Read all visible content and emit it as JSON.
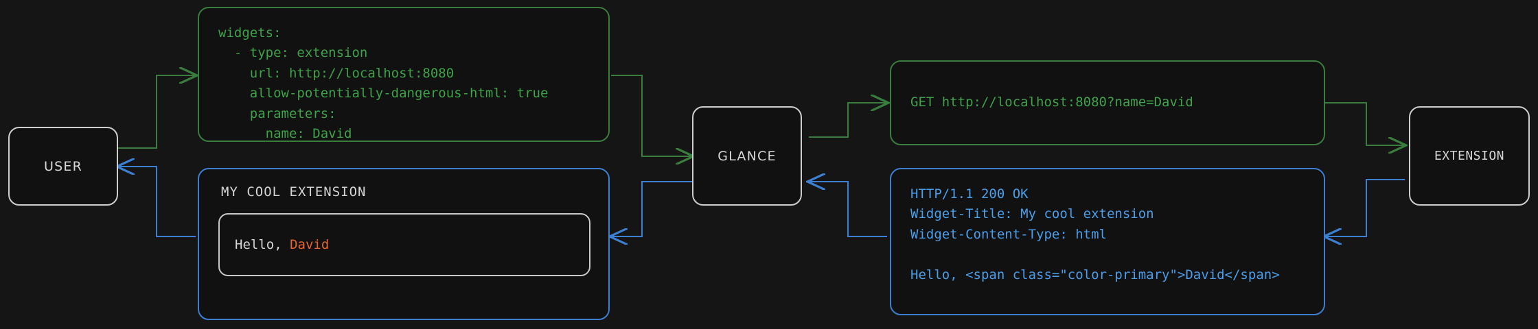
{
  "diagram": {
    "title": "Glance extension request flow",
    "background": "#151515",
    "colors": {
      "green": "#3fa14a",
      "green_border": "#3a7d3f",
      "blue": "#4a9eea",
      "blue_border": "#3d7fd1",
      "white": "#cfcfcf",
      "accent": "#e8662a"
    },
    "nodes": {
      "user": "USER",
      "glance": "GLANCE",
      "extension": "EXTENSION"
    },
    "config_card": {
      "lines": [
        "widgets:",
        "  - type: extension",
        "    url: http://localhost:8080",
        "    allow-potentially-dangerous-html: true",
        "    parameters:",
        "      name: David"
      ]
    },
    "request_card": {
      "lines": [
        "GET http://localhost:8080?name=David"
      ]
    },
    "response_card": {
      "lines": [
        "HTTP/1.1 200 OK",
        "Widget-Title: My cool extension",
        "Widget-Content-Type: html",
        "",
        "Hello, <span class=\"color-primary\">David</span>"
      ]
    },
    "widget_preview": {
      "title": "MY COOL EXTENSION",
      "greeting_prefix": "Hello, ",
      "greeting_name": "David"
    }
  }
}
